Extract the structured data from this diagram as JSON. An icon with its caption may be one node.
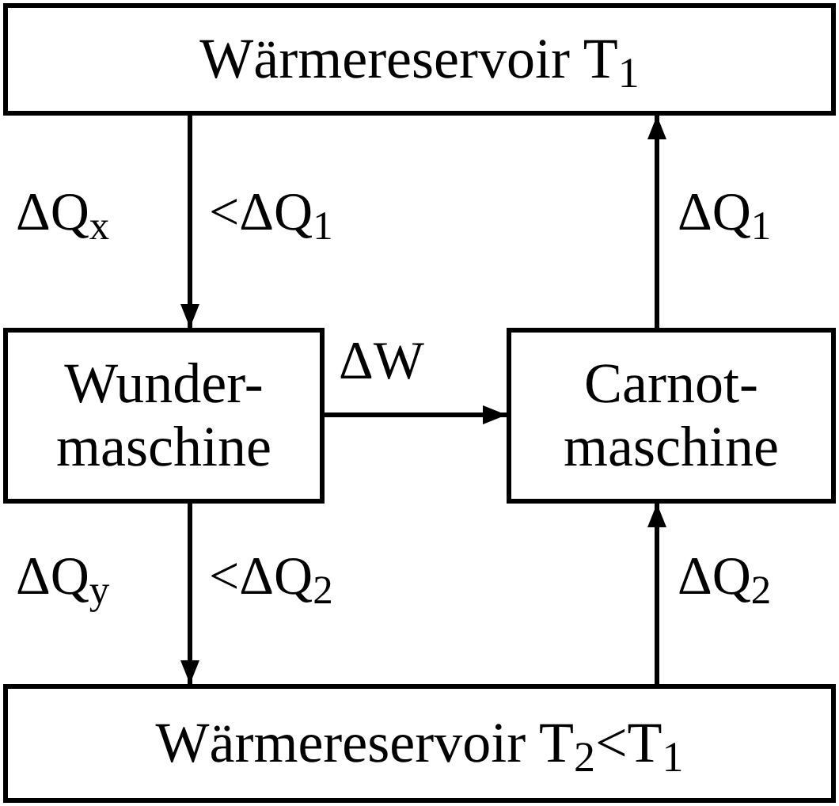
{
  "diagram": {
    "nodes": [
      {
        "text": [
          "Wärmereservoir T$_{1}$"
        ]
      },
      {
        "text": [
          "Wunder- maschine"
        ]
      },
      {
        "text": [
          "Carnot- maschine"
        ]
      },
      {
        "text": [
          "Wärmereservoir T$_{2}$<T$_{1}$"
        ]
      }
    ],
    "edges": [
      {
        "from": 0,
        "to": 1,
        "arrow": "to",
        "label": "ΔQ$_{x}$"
      },
      {
        "from": 1,
        "to": 2,
        "arrow": "to",
        "label": "ΔW"
      },
      {
        "from": 2,
        "to": 0,
        "arrow": "to",
        "label": "ΔQ$_{1}$"
      },
      {
        "from": 1,
        "to": 3,
        "arrow": "to",
        "label": "ΔQ$_{y}$"
      },
      {
        "from": 3,
        "to": 2,
        "arrow": "to",
        "label": "ΔQ$_{2}$"
      }
    ],
    "labels": [
      "<ΔQ$_{1}$",
      "<ΔQ$_{2}$"
    ]
  }
}
